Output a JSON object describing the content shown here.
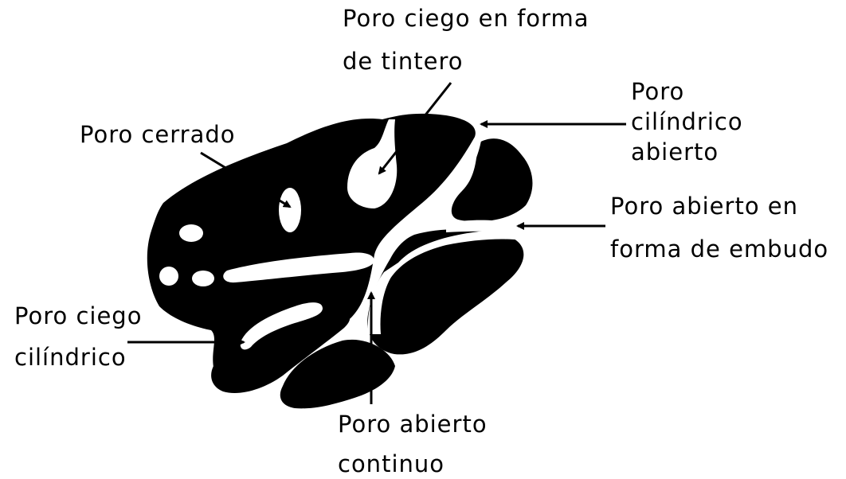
{
  "colors": {
    "background": "#ffffff",
    "solid": "#000000",
    "pore": "#ffffff"
  },
  "labels": {
    "tintero": {
      "line1": "Poro ciego en forma",
      "line2": "de tintero"
    },
    "cerrado": {
      "line1": "Poro cerrado"
    },
    "cilindrico_abierto": {
      "line1": "Poro",
      "line2": "cilíndrico",
      "line3": "abierto"
    },
    "embudo": {
      "line1": "Poro abierto en",
      "line2": "forma de embudo"
    },
    "ciego_cilindrico": {
      "line1": "Poro ciego",
      "line2": "cilíndrico"
    },
    "continuo": {
      "line1": "Poro abierto",
      "line2": "continuo"
    }
  }
}
